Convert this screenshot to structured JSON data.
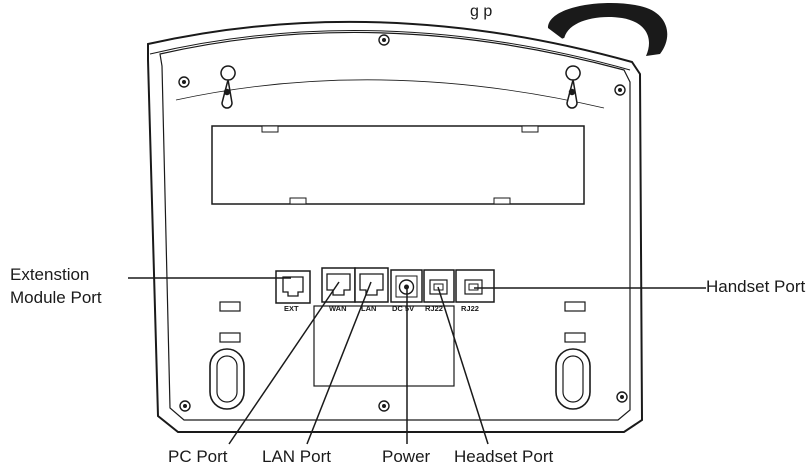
{
  "diagram": {
    "top_caption_fragment": "g                    p",
    "port_labels": {
      "ext": "EXT",
      "wan": "WAN",
      "lan": "LAN",
      "dc": "DC 5V",
      "rj22_a": "RJ22",
      "rj22_b": "RJ22"
    },
    "callouts": {
      "extension_line1": "Extenstion",
      "extension_line2": "Module Port",
      "pc": "PC Port",
      "lan": "LAN Port",
      "power": "Power",
      "headset": "Headset Port",
      "handset": "Handset Port"
    }
  }
}
